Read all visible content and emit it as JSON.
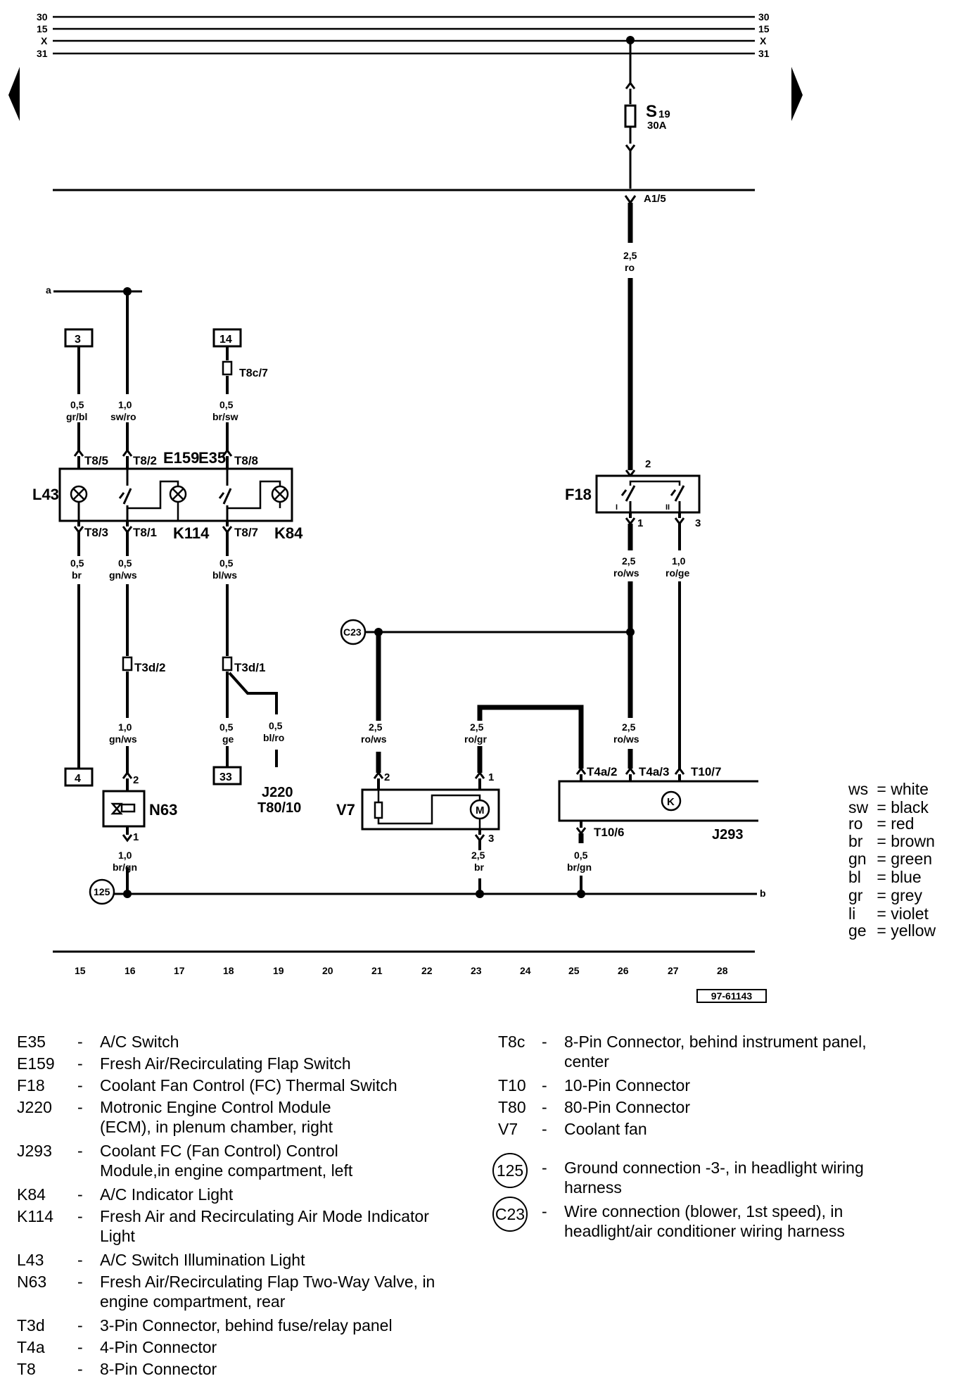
{
  "diagram": {
    "rails": [
      {
        "label_left": "30",
        "label_right": "30"
      },
      {
        "label_left": "15",
        "label_right": "15"
      },
      {
        "label_left": "X",
        "label_right": "X"
      },
      {
        "label_left": "31",
        "label_right": "31"
      }
    ],
    "fuse": {
      "name": "S",
      "sub": "19",
      "rating": "30A"
    },
    "terminal_a15": "A1/5",
    "wire_main": {
      "size": "2,5",
      "color": "ro"
    },
    "end_a": "a",
    "end_b": "b",
    "boxes": {
      "b3": "3",
      "b14": "14",
      "b4": "4",
      "b33": "33"
    },
    "wires": {
      "w1": {
        "size": "0,5",
        "color": "gr/bl"
      },
      "w2": {
        "size": "1,0",
        "color": "sw/ro"
      },
      "w3": {
        "size": "0,5",
        "color": "br/sw"
      },
      "w4": {
        "size": "0,5",
        "color": "br"
      },
      "w5": {
        "size": "0,5",
        "color": "gn/ws"
      },
      "w6": {
        "size": "0,5",
        "color": "bl/ws"
      },
      "w7": {
        "size": "1,0",
        "color": "gn/ws"
      },
      "w8": {
        "size": "0,5",
        "color": "ge"
      },
      "w9": {
        "size": "0,5",
        "color": "bl/ro"
      },
      "w10": {
        "size": "1,0",
        "color": "br/gn"
      },
      "w11": {
        "size": "2,5",
        "color": "ro/ws"
      },
      "w12": {
        "size": "2,5",
        "color": "ro/gr"
      },
      "w13": {
        "size": "2,5",
        "color": "br"
      },
      "w14": {
        "size": "2,5",
        "color": "ro/ws"
      },
      "w15": {
        "size": "1,0",
        "color": "ro/ge"
      },
      "w16": {
        "size": "2,5",
        "color": "ro/ws"
      },
      "w17": {
        "size": "0,5",
        "color": "br/gn"
      }
    },
    "pins": {
      "t8c7": "T8c/7",
      "t85": "T8/5",
      "t82": "T8/2",
      "t88": "T8/8",
      "t83": "T8/3",
      "t81": "T8/1",
      "t87": "T8/7",
      "t3d2": "T3d/2",
      "t3d1": "T3d/1",
      "t4a2": "T4a/2",
      "t4a3": "T4a/3",
      "t107": "T10/7",
      "t106": "T10/6",
      "p2": "2",
      "p1": "1",
      "p3": "3"
    },
    "components": {
      "l43": "L43",
      "e159": "E159",
      "e35": "E35",
      "k114": "K114",
      "k84": "K84",
      "f18": "F18",
      "n63": "N63",
      "v7": "V7",
      "j293": "J293",
      "j220": "J220",
      "t8010": "T80/10",
      "c23": "C23",
      "g125": "125"
    },
    "columns": [
      "15",
      "16",
      "17",
      "18",
      "19",
      "20",
      "21",
      "22",
      "23",
      "24",
      "25",
      "26",
      "27",
      "28"
    ],
    "ref": "97-61143"
  },
  "color_legend": [
    {
      "abbr": "ws",
      "name": "white"
    },
    {
      "abbr": "sw",
      "name": "black"
    },
    {
      "abbr": "ro",
      "name": "red"
    },
    {
      "abbr": "br",
      "name": "brown"
    },
    {
      "abbr": "gn",
      "name": "green"
    },
    {
      "abbr": "bl",
      "name": "blue"
    },
    {
      "abbr": "gr",
      "name": "grey"
    },
    {
      "abbr": "li",
      "name": "violet"
    },
    {
      "abbr": "ge",
      "name": "yellow"
    }
  ],
  "key_left": [
    {
      "code": "E35",
      "desc": "A/C Switch"
    },
    {
      "code": "E159",
      "desc": "Fresh Air/Recirculating Flap Switch"
    },
    {
      "code": "F18",
      "desc": "Coolant Fan Control (FC) Thermal Switch"
    },
    {
      "code": "J220",
      "desc": "Motronic Engine Control Module (ECM), in plenum chamber, right"
    },
    {
      "code": "J293",
      "desc": "Coolant FC (Fan Control) Control Module,in engine compartment, left"
    },
    {
      "code": "K84",
      "desc": "A/C Indicator Light"
    },
    {
      "code": "K114",
      "desc": "Fresh Air and Recirculating Air  Mode Indicator Light"
    },
    {
      "code": "L43",
      "desc": "A/C Switch Illumination Light"
    },
    {
      "code": "N63",
      "desc": "Fresh Air/Recirculating Flap Two-Way Valve, in engine compartment, rear"
    },
    {
      "code": "T3d",
      "desc": "3-Pin Connector, behind fuse/relay panel"
    },
    {
      "code": "T4a",
      "desc": "4-Pin Connector"
    },
    {
      "code": "T8",
      "desc": "8-Pin Connector"
    }
  ],
  "key_right": [
    {
      "code": "T8c",
      "desc": "8-Pin Connector, behind instrument panel, center"
    },
    {
      "code": "T10",
      "desc": "10-Pin Connector"
    },
    {
      "code": "T80",
      "desc": "80-Pin Connector"
    },
    {
      "code": "V7",
      "desc": "Coolant fan"
    }
  ],
  "key_circles": [
    {
      "code": "125",
      "desc": "Ground connection -3-, in headlight wiring harness"
    },
    {
      "code": "C23",
      "desc": "Wire connection (blower, 1st speed), in headlight/air conditioner wiring harness"
    }
  ]
}
